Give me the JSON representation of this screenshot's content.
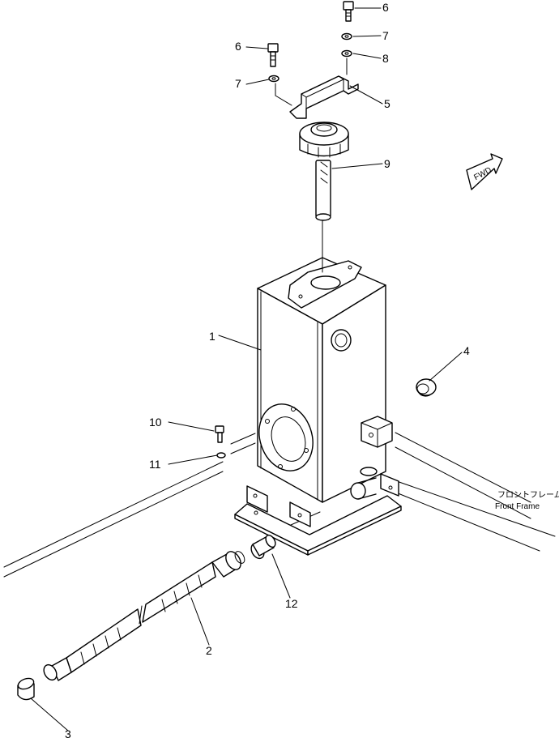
{
  "fwd_label": "FWD",
  "front_frame": {
    "jp": "フロントフレーム",
    "en": "Front Frame"
  },
  "callouts": [
    {
      "id": "c1",
      "text": "1"
    },
    {
      "id": "c2",
      "text": "2"
    },
    {
      "id": "c3",
      "text": "3"
    },
    {
      "id": "c4",
      "text": "4"
    },
    {
      "id": "c5",
      "text": "5"
    },
    {
      "id": "c6a",
      "text": "6"
    },
    {
      "id": "c6b",
      "text": "6"
    },
    {
      "id": "c7a",
      "text": "7"
    },
    {
      "id": "c7b",
      "text": "7"
    },
    {
      "id": "c8",
      "text": "8"
    },
    {
      "id": "c9",
      "text": "9"
    },
    {
      "id": "c10",
      "text": "10"
    },
    {
      "id": "c11",
      "text": "11"
    },
    {
      "id": "c12",
      "text": "12"
    }
  ]
}
